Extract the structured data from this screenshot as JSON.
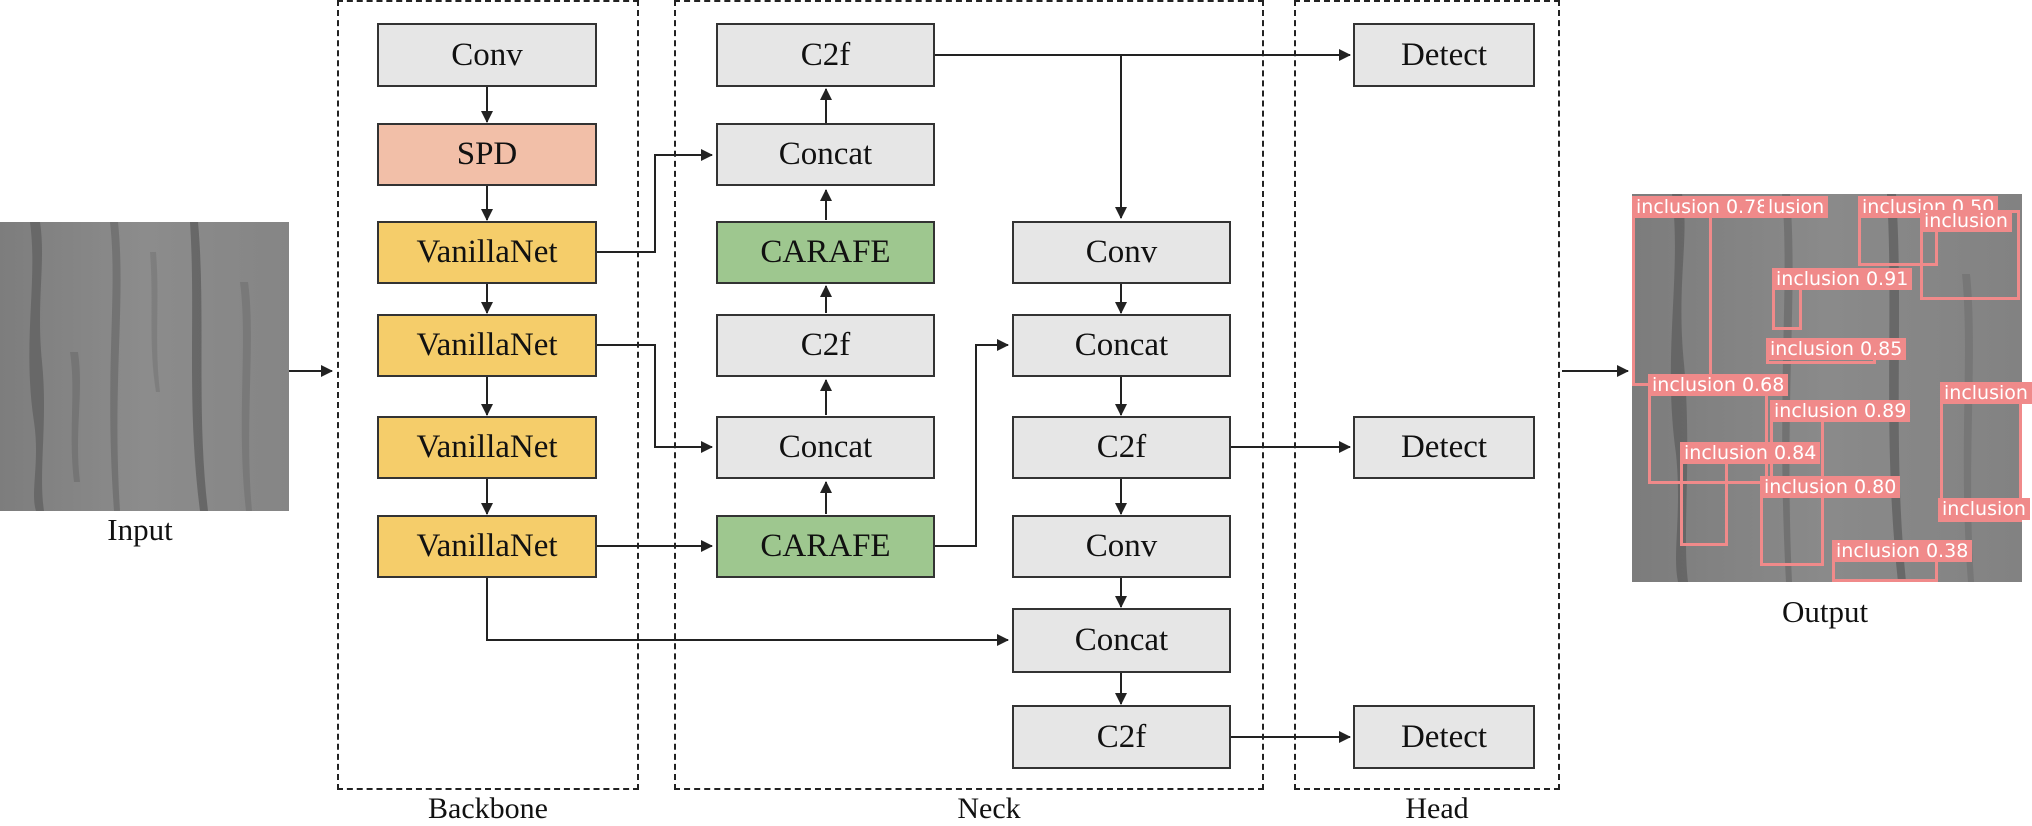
{
  "groups": {
    "backbone": "Backbone",
    "neck": "Neck",
    "head": "Head"
  },
  "images": {
    "input_label": "Input",
    "output_label": "Output"
  },
  "backbone": {
    "conv": "Conv",
    "spd": "SPD",
    "vanilla1": "VanillaNet",
    "vanilla2": "VanillaNet",
    "vanilla3": "VanillaNet",
    "vanilla4": "VanillaNet"
  },
  "neck_left": {
    "c2f_top": "C2f",
    "concat_top": "Concat",
    "carafe_top": "CARAFE",
    "c2f_mid": "C2f",
    "concat_mid": "Concat",
    "carafe_bottom": "CARAFE"
  },
  "neck_right": {
    "conv_top": "Conv",
    "concat_1": "Concat",
    "c2f_1": "C2f",
    "conv_2": "Conv",
    "concat_2": "Concat",
    "c2f_2": "C2f"
  },
  "head": {
    "detect_1": "Detect",
    "detect_2": "Detect",
    "detect_3": "Detect"
  },
  "detections": [
    "inclusion 0.78",
    "lusion",
    "inclusion 0.50",
    "inclusion",
    "inclusion 0.91",
    "inclusion 0.85",
    "inclusion 0.68",
    "inclusion 0.89",
    "inclusion",
    "inclusion 0.84",
    "inclusion 0.80",
    "inclusion",
    "inclusion 0.38"
  ],
  "colors": {
    "gray_block": "#e6e6e6",
    "spd": "#f2bfa8",
    "vanillanet": "#f5cd6a",
    "carafe": "#9ec78f",
    "detection_box": "#f08a8a"
  }
}
